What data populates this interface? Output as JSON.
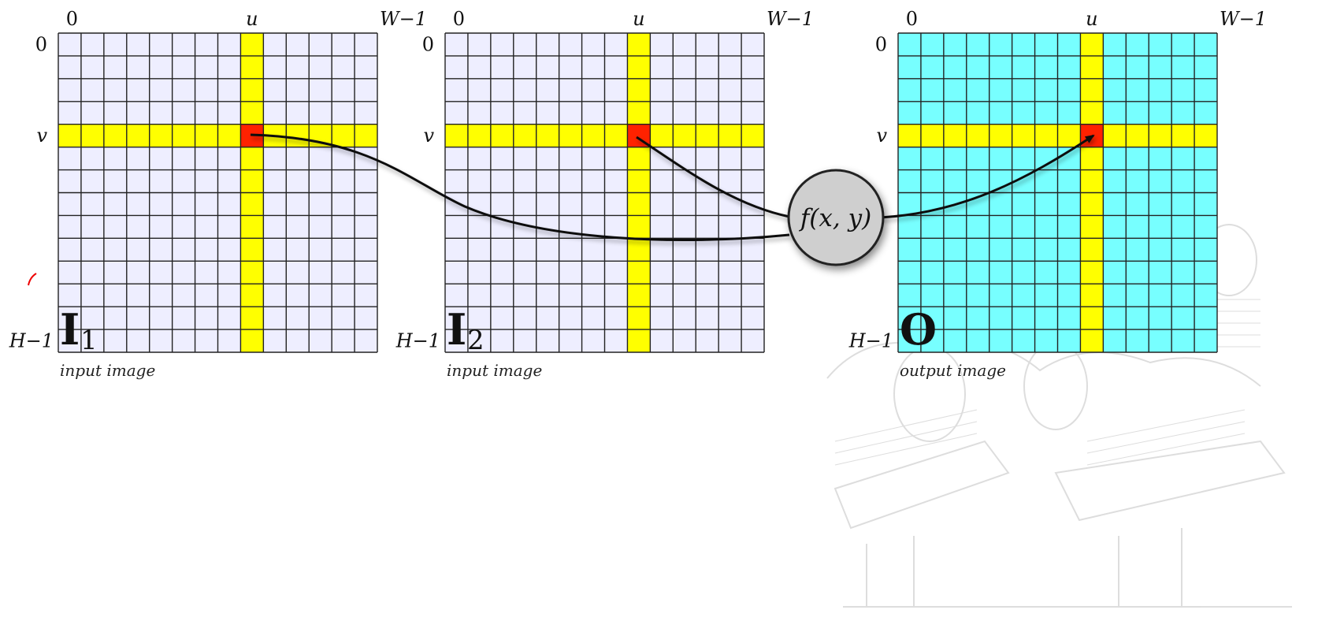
{
  "grid": {
    "columns": 14,
    "rows": 14,
    "highlight_column": 8,
    "highlight_row": 4,
    "colors": {
      "line": "#222222",
      "highlight": "#ffff00",
      "pixel": "#ff2200"
    }
  },
  "axes": {
    "col_start": "0",
    "col_mid": "u",
    "col_end": "W−1",
    "row_start": "0",
    "row_mid": "v",
    "row_end": "H−1"
  },
  "panels": [
    {
      "id": "input1",
      "letter": "I",
      "subscript": "1",
      "caption": "input image",
      "fill": "#eeeeff"
    },
    {
      "id": "input2",
      "letter": "I",
      "subscript": "2",
      "caption": "input image",
      "fill": "#eeeeff"
    },
    {
      "id": "output",
      "letter": "O",
      "subscript": "",
      "caption": "output image",
      "fill": "#77ffff"
    }
  ],
  "function": {
    "label": "f(x, y)",
    "fill": "#cfcfcf"
  },
  "arrows": [
    {
      "from": "input1",
      "to": "function"
    },
    {
      "from": "input2",
      "to": "function"
    },
    {
      "from": "function",
      "to": "output"
    }
  ]
}
